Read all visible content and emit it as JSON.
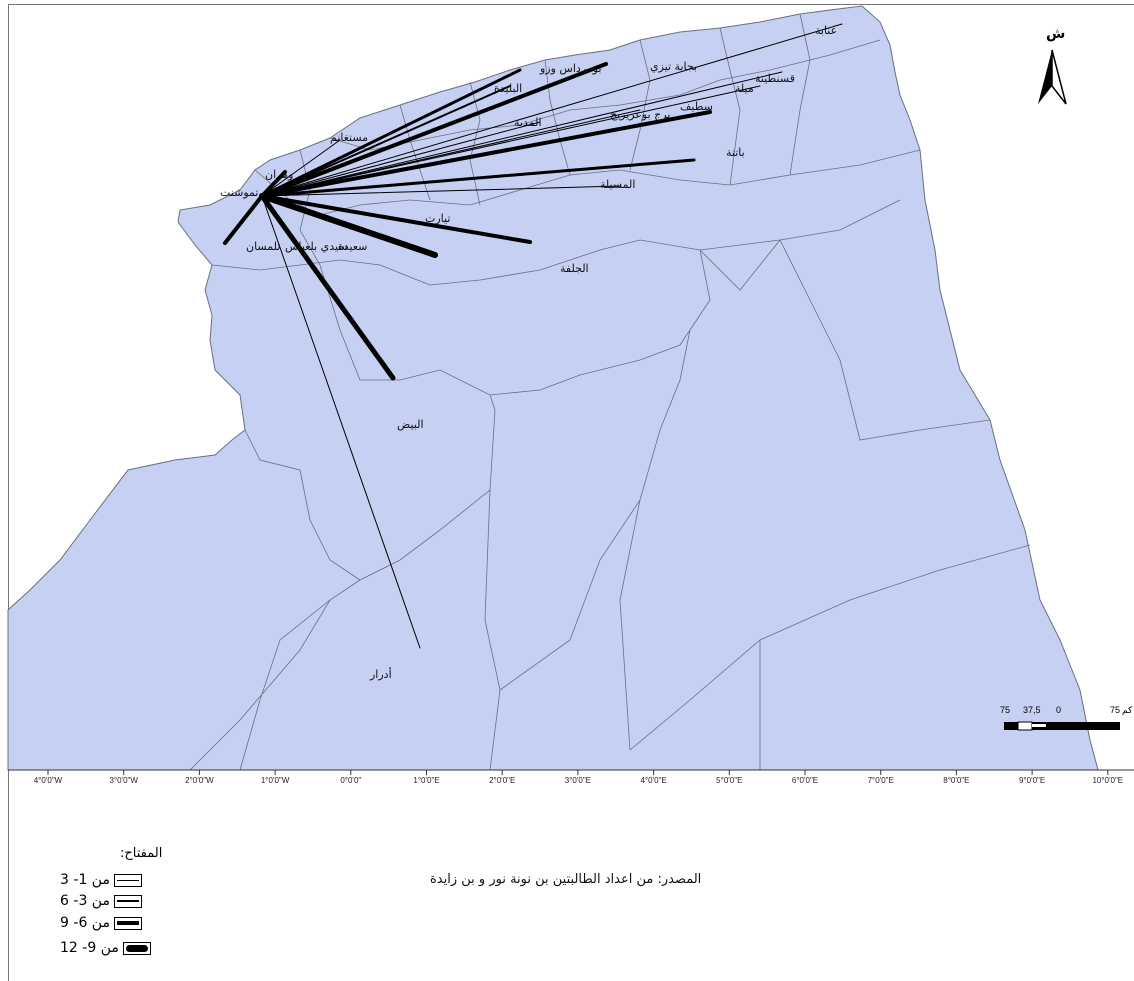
{
  "north_label": "ش",
  "place_names": {
    "annaba": "عنابة",
    "bejaia_tizi": "بجاية تيزي",
    "boumerdes": "بومرداس وزو",
    "blida": "البليدة",
    "constantine": "قسنطينة",
    "mila": "ميلة",
    "setif": "سطيف",
    "bordj": "برج بوعريريج",
    "medea": "المدية",
    "mostaganem": "مستغانم",
    "batna": "باتنة",
    "msila": "المسيلة",
    "oran": "وهران",
    "temouchent": "تموشنت",
    "tiaret": "تيارت",
    "saida": "سعيدة",
    "sidi_bel_abbes": "سيدي بلعباس",
    "tlemcen": "تلمسان",
    "djelfa": "الجلفة",
    "bayadh": "البيض",
    "adrar": "أدرار"
  },
  "longitude_ticks": [
    "4°0'0\"W",
    "3°0'0\"W",
    "2°0'0\"W",
    "1°0'0\"W",
    "0°0'0\"",
    "1°0'0\"E",
    "2°0'0\"E",
    "3°0'0\"E",
    "4°0'0\"E",
    "5°0'0\"E",
    "6°0'0\"E",
    "7°0'0\"E",
    "8°0'0\"E",
    "9°0'0\"E",
    "10°0'0\"E"
  ],
  "scale": {
    "labels": [
      "75",
      "37,5",
      "0",
      "75"
    ],
    "unit": "كم"
  },
  "legend": {
    "title": "المفتاح:",
    "items": [
      {
        "label": "من 1- 3",
        "weight": 1
      },
      {
        "label": "من 3- 6",
        "weight": 2
      },
      {
        "label": "من 6- 9",
        "weight": 4
      },
      {
        "label": "من 9- 12",
        "weight": 7
      }
    ]
  },
  "source": "المصدر: من اعداد الطالبتين بن نونة نور و بن زايدة",
  "colors": {
    "land": "#c5d0f2",
    "border": "#6a6f80",
    "flow": "#000000"
  },
  "flows": [
    {
      "to": "annaba",
      "weight": 1
    },
    {
      "to": "constantine",
      "weight": 1
    },
    {
      "to": "mila",
      "weight": 1
    },
    {
      "to": "bejaia_tizi",
      "weight": 4
    },
    {
      "to": "boumerdes",
      "weight": 3
    },
    {
      "to": "blida",
      "weight": 2
    },
    {
      "to": "setif",
      "weight": 4
    },
    {
      "to": "bordj",
      "weight": 1
    },
    {
      "to": "medea",
      "weight": 1
    },
    {
      "to": "batna",
      "weight": 3
    },
    {
      "to": "msila",
      "weight": 1
    },
    {
      "to": "mostaganem",
      "weight": 1
    },
    {
      "to": "oran",
      "weight": 4
    },
    {
      "to": "tiaret",
      "weight": 4
    },
    {
      "to": "saida",
      "weight": 6
    },
    {
      "to": "tlemcen",
      "weight": 4
    },
    {
      "to": "bayadh",
      "weight": 5
    },
    {
      "to": "adrar",
      "weight": 1
    }
  ]
}
